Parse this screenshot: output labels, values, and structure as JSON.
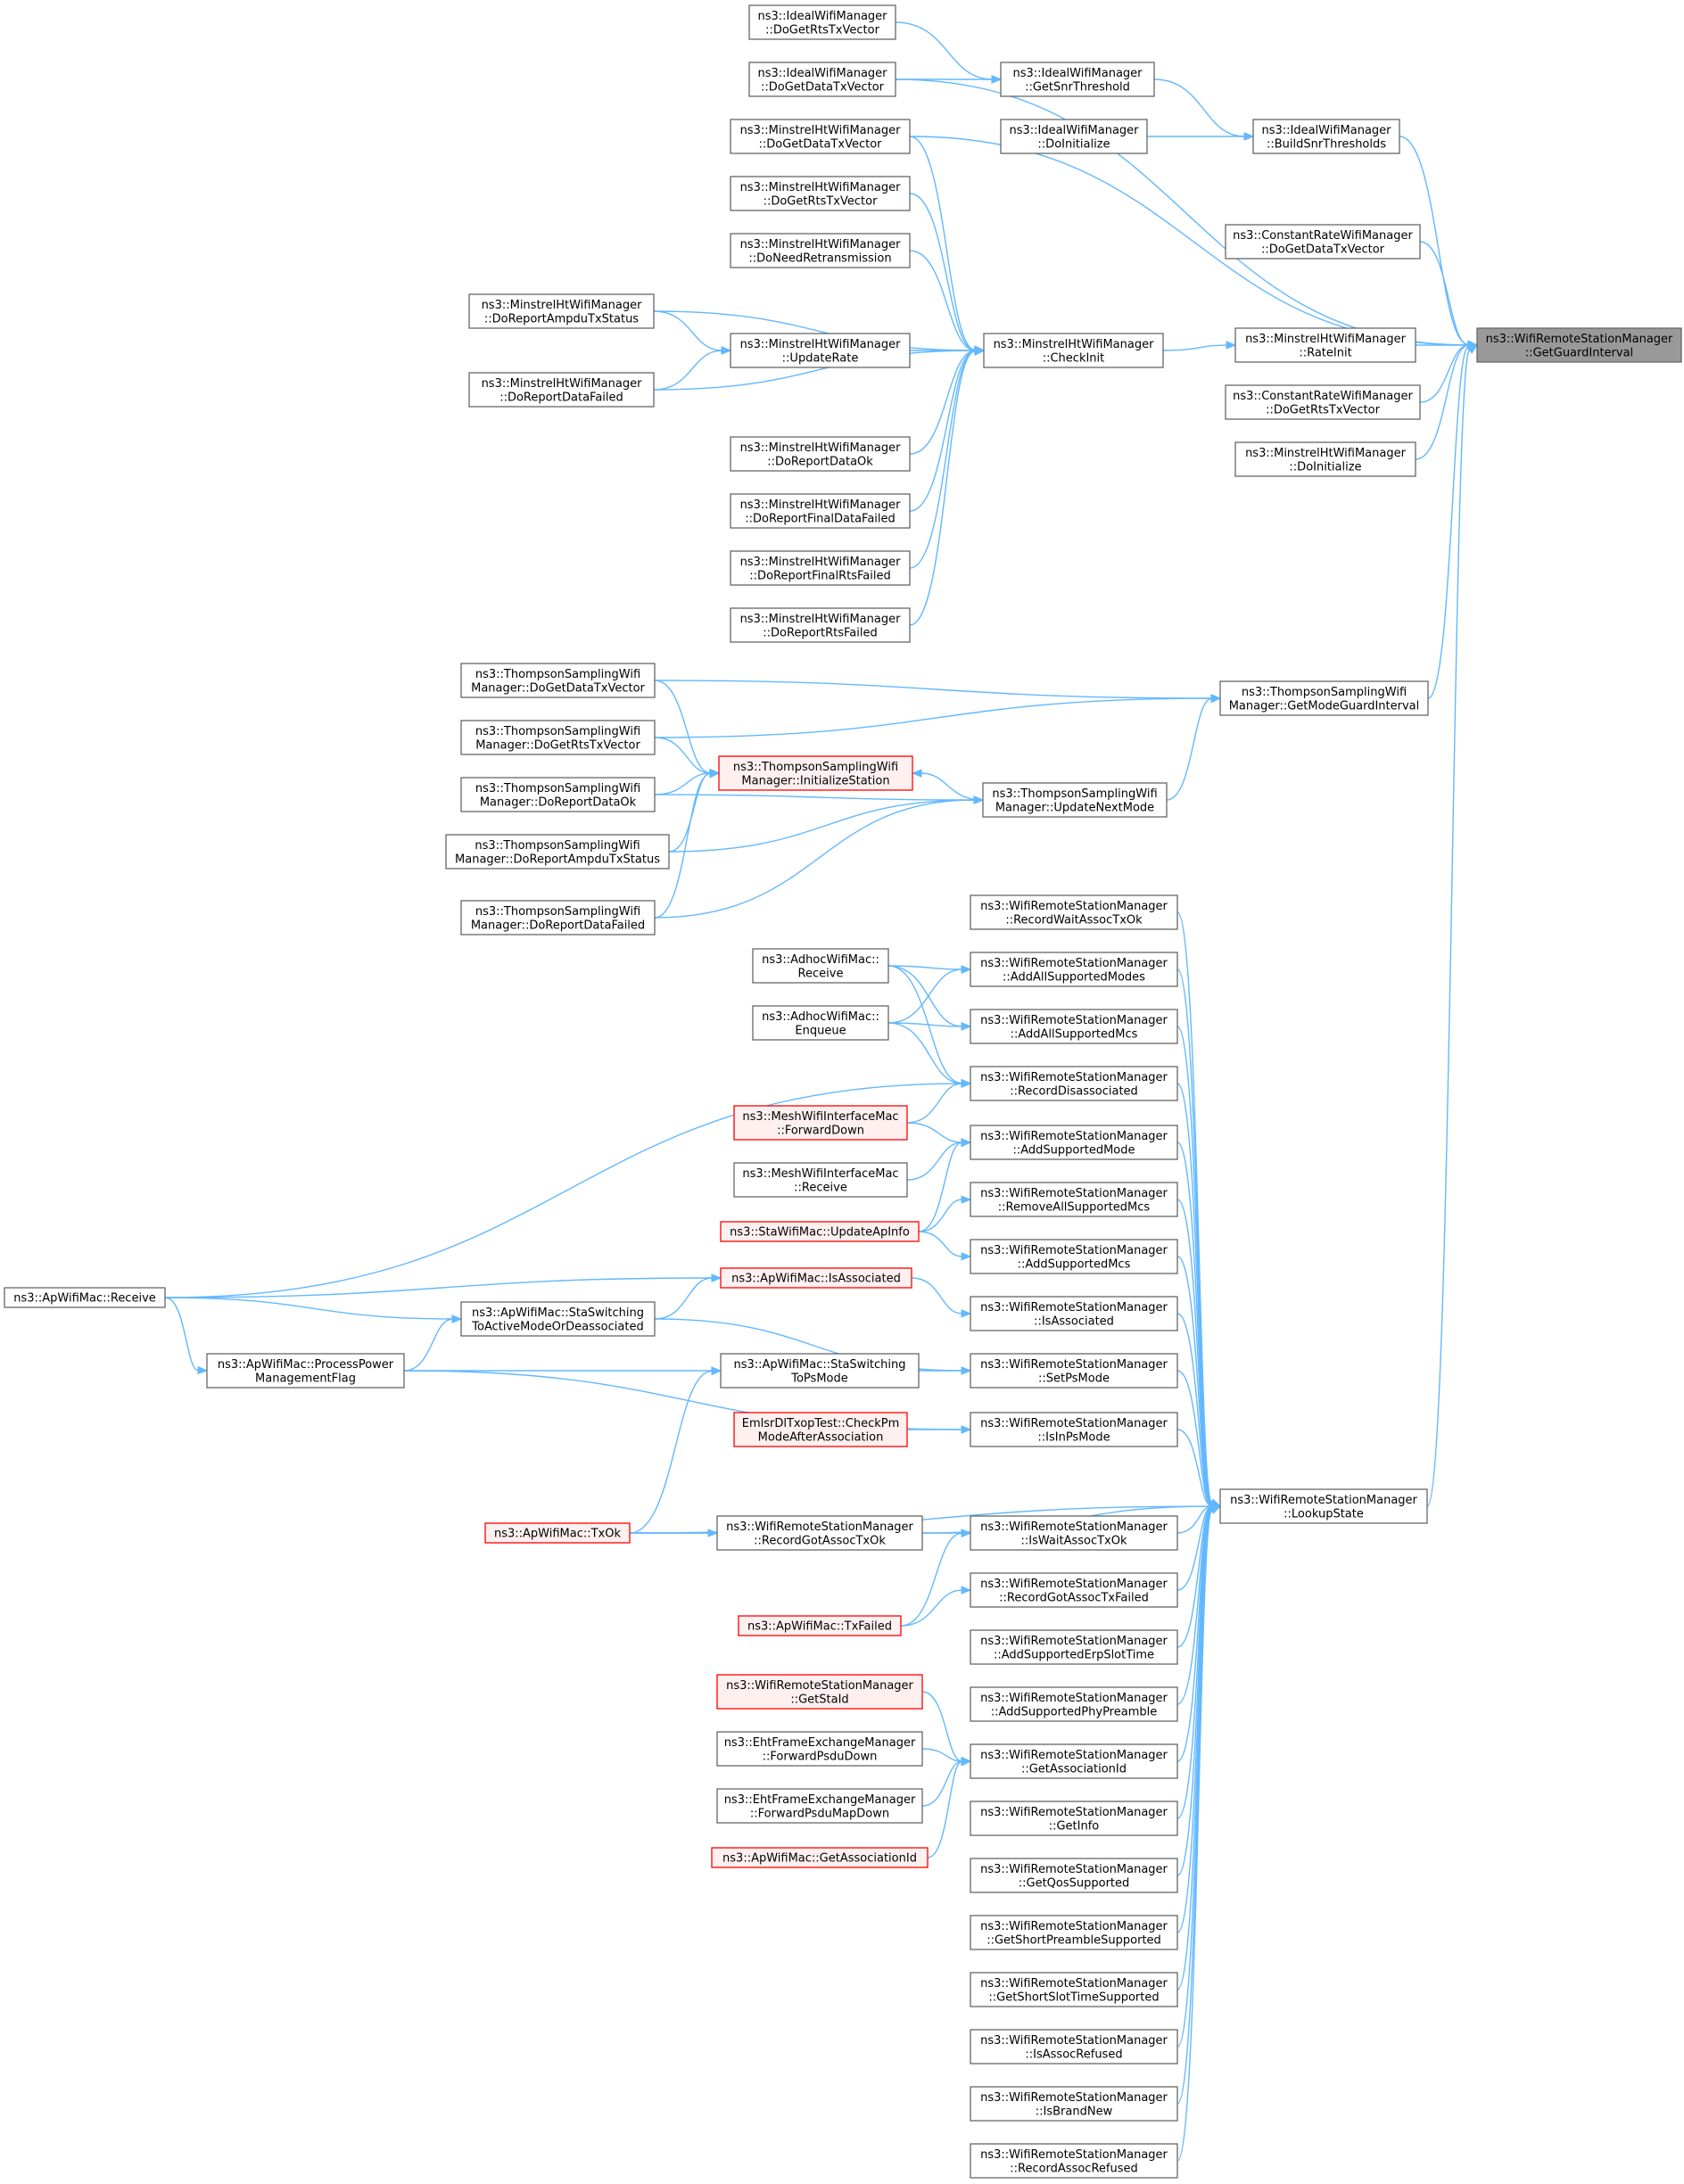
{
  "colors": {
    "edge": "#63b8ff",
    "node_border": "#666666",
    "node_fill": "#ffffff",
    "focus_fill": "#999999",
    "focus_border": "#666666",
    "truncated_border": "#ff0000",
    "truncated_fill": "#fff0f0"
  },
  "nodes": [
    {
      "id": "grd",
      "lines": [
        "ns3::WifiRemoteStationManager",
        "::GetGuardInterval"
      ],
      "style": "focus"
    },
    {
      "id": "iw_rts",
      "lines": [
        "ns3::IdealWifiManager",
        "::DoGetRtsTxVector"
      ],
      "style": "normal"
    },
    {
      "id": "iw_data",
      "lines": [
        "ns3::IdealWifiManager",
        "::DoGetDataTxVector"
      ],
      "style": "normal"
    },
    {
      "id": "iw_snr",
      "lines": [
        "ns3::IdealWifiManager",
        "::GetSnrThreshold"
      ],
      "style": "normal"
    },
    {
      "id": "iw_init",
      "lines": [
        "ns3::IdealWifiManager",
        "::DoInitialize"
      ],
      "style": "normal"
    },
    {
      "id": "iw_build",
      "lines": [
        "ns3::IdealWifiManager",
        "::BuildSnrThresholds"
      ],
      "style": "normal"
    },
    {
      "id": "mh_data",
      "lines": [
        "ns3::MinstrelHtWifiManager",
        "::DoGetDataTxVector"
      ],
      "style": "normal"
    },
    {
      "id": "mh_rts",
      "lines": [
        "ns3::MinstrelHtWifiManager",
        "::DoGetRtsTxVector"
      ],
      "style": "normal"
    },
    {
      "id": "mh_need",
      "lines": [
        "ns3::MinstrelHtWifiManager",
        "::DoNeedRetransmission"
      ],
      "style": "normal"
    },
    {
      "id": "mh_ampdu",
      "lines": [
        "ns3::MinstrelHtWifiManager",
        "::DoReportAmpduTxStatus"
      ],
      "style": "normal"
    },
    {
      "id": "mh_update",
      "lines": [
        "ns3::MinstrelHtWifiManager",
        "::UpdateRate"
      ],
      "style": "normal"
    },
    {
      "id": "mh_failed",
      "lines": [
        "ns3::MinstrelHtWifiManager",
        "::DoReportDataFailed"
      ],
      "style": "normal"
    },
    {
      "id": "mh_check",
      "lines": [
        "ns3::MinstrelHtWifiManager",
        "::CheckInit"
      ],
      "style": "normal"
    },
    {
      "id": "mh_ok",
      "lines": [
        "ns3::MinstrelHtWifiManager",
        "::DoReportDataOk"
      ],
      "style": "normal"
    },
    {
      "id": "mh_finaldata",
      "lines": [
        "ns3::MinstrelHtWifiManager",
        "::DoReportFinalDataFailed"
      ],
      "style": "normal"
    },
    {
      "id": "mh_finalrts",
      "lines": [
        "ns3::MinstrelHtWifiManager",
        "::DoReportFinalRtsFailed"
      ],
      "style": "normal"
    },
    {
      "id": "mh_rtsfail",
      "lines": [
        "ns3::MinstrelHtWifiManager",
        "::DoReportRtsFailed"
      ],
      "style": "normal"
    },
    {
      "id": "cr_data",
      "lines": [
        "ns3::ConstantRateWifiManager",
        "::DoGetDataTxVector"
      ],
      "style": "normal"
    },
    {
      "id": "mh_rateinit",
      "lines": [
        "ns3::MinstrelHtWifiManager",
        "::RateInit"
      ],
      "style": "normal"
    },
    {
      "id": "cr_rts",
      "lines": [
        "ns3::ConstantRateWifiManager",
        "::DoGetRtsTxVector"
      ],
      "style": "normal"
    },
    {
      "id": "mh_doinit",
      "lines": [
        "ns3::MinstrelHtWifiManager",
        "::DoInitialize"
      ],
      "style": "normal"
    },
    {
      "id": "ts_data",
      "lines": [
        "ns3::ThompsonSamplingWifi",
        "Manager::DoGetDataTxVector"
      ],
      "style": "normal"
    },
    {
      "id": "ts_rts",
      "lines": [
        "ns3::ThompsonSamplingWifi",
        "Manager::DoGetRtsTxVector"
      ],
      "style": "normal"
    },
    {
      "id": "ts_ok",
      "lines": [
        "ns3::ThompsonSamplingWifi",
        "Manager::DoReportDataOk"
      ],
      "style": "normal"
    },
    {
      "id": "ts_ampdu",
      "lines": [
        "ns3::ThompsonSamplingWifi",
        "Manager::DoReportAmpduTxStatus"
      ],
      "style": "normal"
    },
    {
      "id": "ts_failed",
      "lines": [
        "ns3::ThompsonSamplingWifi",
        "Manager::DoReportDataFailed"
      ],
      "style": "normal"
    },
    {
      "id": "ts_initst",
      "lines": [
        "ns3::ThompsonSamplingWifi",
        "Manager::InitializeStation"
      ],
      "style": "truncated"
    },
    {
      "id": "ts_next",
      "lines": [
        "ns3::ThompsonSamplingWifi",
        "Manager::UpdateNextMode"
      ],
      "style": "normal"
    },
    {
      "id": "ts_guard",
      "lines": [
        "ns3::ThompsonSamplingWifi",
        "Manager::GetModeGuardInterval"
      ],
      "style": "normal"
    },
    {
      "id": "rs_waitassoc",
      "lines": [
        "ns3::WifiRemoteStationManager",
        "::RecordWaitAssocTxOk"
      ],
      "style": "normal"
    },
    {
      "id": "ad_recv",
      "lines": [
        "ns3::AdhocWifiMac::",
        "Receive"
      ],
      "style": "normal"
    },
    {
      "id": "ad_enq",
      "lines": [
        "ns3::AdhocWifiMac::",
        "Enqueue"
      ],
      "style": "normal"
    },
    {
      "id": "rs_allmodes",
      "lines": [
        "ns3::WifiRemoteStationManager",
        "::AddAllSupportedModes"
      ],
      "style": "normal"
    },
    {
      "id": "rs_allmcs",
      "lines": [
        "ns3::WifiRemoteStationManager",
        "::AddAllSupportedMcs"
      ],
      "style": "normal"
    },
    {
      "id": "rs_disassoc",
      "lines": [
        "ns3::WifiRemoteStationManager",
        "::RecordDisassociated"
      ],
      "style": "normal"
    },
    {
      "id": "mesh_fwd",
      "lines": [
        "ns3::MeshWifiInterfaceMac",
        "::ForwardDown"
      ],
      "style": "truncated"
    },
    {
      "id": "mesh_recv",
      "lines": [
        "ns3::MeshWifiInterfaceMac",
        "::Receive"
      ],
      "style": "normal"
    },
    {
      "id": "sta_update",
      "lines": [
        "ns3::StaWifiMac::UpdateApInfo"
      ],
      "style": "truncated"
    },
    {
      "id": "rs_addmode",
      "lines": [
        "ns3::WifiRemoteStationManager",
        "::AddSupportedMode"
      ],
      "style": "normal"
    },
    {
      "id": "rs_remmcs",
      "lines": [
        "ns3::WifiRemoteStationManager",
        "::RemoveAllSupportedMcs"
      ],
      "style": "normal"
    },
    {
      "id": "rs_addmcs",
      "lines": [
        "ns3::WifiRemoteStationManager",
        "::AddSupportedMcs"
      ],
      "style": "normal"
    },
    {
      "id": "ap_recv",
      "lines": [
        "ns3::ApWifiMac::Receive"
      ],
      "style": "normal"
    },
    {
      "id": "ap_isassoc",
      "lines": [
        "ns3::ApWifiMac::IsAssociated"
      ],
      "style": "truncated"
    },
    {
      "id": "ap_staswitch",
      "lines": [
        "ns3::ApWifiMac::StaSwitching",
        "ToActiveModeOrDeassociated"
      ],
      "style": "normal"
    },
    {
      "id": "rs_isassoc",
      "lines": [
        "ns3::WifiRemoteStationManager",
        "::IsAssociated"
      ],
      "style": "normal"
    },
    {
      "id": "ap_pspower",
      "lines": [
        "ns3::ApWifiMac::ProcessPower",
        "ManagementFlag"
      ],
      "style": "normal"
    },
    {
      "id": "ap_tops",
      "lines": [
        "ns3::ApWifiMac::StaSwitching",
        "ToPsMode"
      ],
      "style": "normal"
    },
    {
      "id": "rs_setps",
      "lines": [
        "ns3::WifiRemoteStationManager",
        "::SetPsMode"
      ],
      "style": "normal"
    },
    {
      "id": "emlsr",
      "lines": [
        "EmlsrDlTxopTest::CheckPm",
        "ModeAfterAssociation"
      ],
      "style": "truncated"
    },
    {
      "id": "rs_isinps",
      "lines": [
        "ns3::WifiRemoteStationManager",
        "::IsInPsMode"
      ],
      "style": "normal"
    },
    {
      "id": "rs_lookup",
      "lines": [
        "ns3::WifiRemoteStationManager",
        "::LookupState"
      ],
      "style": "normal"
    },
    {
      "id": "ap_txok",
      "lines": [
        "ns3::ApWifiMac::TxOk"
      ],
      "style": "truncated"
    },
    {
      "id": "rs_gotassoc",
      "lines": [
        "ns3::WifiRemoteStationManager",
        "::RecordGotAssocTxOk"
      ],
      "style": "normal"
    },
    {
      "id": "rs_iswait",
      "lines": [
        "ns3::WifiRemoteStationManager",
        "::IsWaitAssocTxOk"
      ],
      "style": "normal"
    },
    {
      "id": "rs_gotfail",
      "lines": [
        "ns3::WifiRemoteStationManager",
        "::RecordGotAssocTxFailed"
      ],
      "style": "normal"
    },
    {
      "id": "ap_txfail",
      "lines": [
        "ns3::ApWifiMac::TxFailed"
      ],
      "style": "truncated"
    },
    {
      "id": "rs_erp",
      "lines": [
        "ns3::WifiRemoteStationManager",
        "::AddSupportedErpSlotTime"
      ],
      "style": "normal"
    },
    {
      "id": "rs_preamble",
      "lines": [
        "ns3::WifiRemoteStationManager",
        "::AddSupportedPhyPreamble"
      ],
      "style": "normal"
    },
    {
      "id": "rs_getstaid",
      "lines": [
        "ns3::WifiRemoteStationManager",
        "::GetStaId"
      ],
      "style": "truncated"
    },
    {
      "id": "eht_fwd",
      "lines": [
        "ns3::EhtFrameExchangeManager",
        "::ForwardPsduDown"
      ],
      "style": "normal"
    },
    {
      "id": "rs_associd",
      "lines": [
        "ns3::WifiRemoteStationManager",
        "::GetAssociationId"
      ],
      "style": "normal"
    },
    {
      "id": "eht_fwdmap",
      "lines": [
        "ns3::EhtFrameExchangeManager",
        "::ForwardPsduMapDown"
      ],
      "style": "normal"
    },
    {
      "id": "ap_associd",
      "lines": [
        "ns3::ApWifiMac::GetAssociationId"
      ],
      "style": "truncated"
    },
    {
      "id": "rs_info",
      "lines": [
        "ns3::WifiRemoteStationManager",
        "::GetInfo"
      ],
      "style": "normal"
    },
    {
      "id": "rs_qos",
      "lines": [
        "ns3::WifiRemoteStationManager",
        "::GetQosSupported"
      ],
      "style": "normal"
    },
    {
      "id": "rs_shortpre",
      "lines": [
        "ns3::WifiRemoteStationManager",
        "::GetShortPreambleSupported"
      ],
      "style": "normal"
    },
    {
      "id": "rs_shortslot",
      "lines": [
        "ns3::WifiRemoteStationManager",
        "::GetShortSlotTimeSupported"
      ],
      "style": "normal"
    },
    {
      "id": "rs_refused",
      "lines": [
        "ns3::WifiRemoteStationManager",
        "::IsAssocRefused"
      ],
      "style": "normal"
    },
    {
      "id": "rs_brandnew",
      "lines": [
        "ns3::WifiRemoteStationManager",
        "::IsBrandNew"
      ],
      "style": "normal"
    },
    {
      "id": "rs_recrefused",
      "lines": [
        "ns3::WifiRemoteStationManager",
        "::RecordAssocRefused"
      ],
      "style": "normal"
    }
  ],
  "edges": [
    {
      "from": "iw_rts",
      "to": "iw_snr"
    },
    {
      "from": "iw_data",
      "to": "iw_snr"
    },
    {
      "from": "iw_snr",
      "to": "iw_build"
    },
    {
      "from": "iw_init",
      "to": "iw_build"
    },
    {
      "from": "iw_build",
      "to": "grd"
    },
    {
      "from": "iw_data",
      "to": "grd"
    },
    {
      "from": "mh_data",
      "to": "grd"
    },
    {
      "from": "cr_data",
      "to": "grd"
    },
    {
      "from": "mh_rateinit",
      "to": "grd"
    },
    {
      "from": "cr_rts",
      "to": "grd"
    },
    {
      "from": "mh_doinit",
      "to": "grd"
    },
    {
      "from": "ts_guard",
      "to": "grd"
    },
    {
      "from": "rs_lookup",
      "to": "grd"
    },
    {
      "from": "mh_check",
      "to": "mh_rateinit"
    },
    {
      "from": "mh_data",
      "to": "mh_check"
    },
    {
      "from": "mh_rts",
      "to": "mh_check"
    },
    {
      "from": "mh_need",
      "to": "mh_check"
    },
    {
      "from": "mh_ampdu",
      "to": "mh_check"
    },
    {
      "from": "mh_update",
      "to": "mh_check"
    },
    {
      "from": "mh_failed",
      "to": "mh_check"
    },
    {
      "from": "mh_ok",
      "to": "mh_check"
    },
    {
      "from": "mh_finaldata",
      "to": "mh_check"
    },
    {
      "from": "mh_finalrts",
      "to": "mh_check"
    },
    {
      "from": "mh_rtsfail",
      "to": "mh_check"
    },
    {
      "from": "mh_ampdu",
      "to": "mh_update"
    },
    {
      "from": "mh_failed",
      "to": "mh_update"
    },
    {
      "from": "ts_data",
      "to": "ts_guard"
    },
    {
      "from": "ts_rts",
      "to": "ts_guard"
    },
    {
      "from": "ts_next",
      "to": "ts_guard"
    },
    {
      "from": "ts_data",
      "to": "ts_initst"
    },
    {
      "from": "ts_rts",
      "to": "ts_initst"
    },
    {
      "from": "ts_ok",
      "to": "ts_initst"
    },
    {
      "from": "ts_ampdu",
      "to": "ts_initst"
    },
    {
      "from": "ts_failed",
      "to": "ts_initst"
    },
    {
      "from": "ts_next",
      "to": "ts_initst"
    },
    {
      "from": "ts_ok",
      "to": "ts_next"
    },
    {
      "from": "ts_ampdu",
      "to": "ts_next"
    },
    {
      "from": "ts_failed",
      "to": "ts_next"
    },
    {
      "from": "rs_waitassoc",
      "to": "rs_lookup"
    },
    {
      "from": "rs_allmodes",
      "to": "rs_lookup"
    },
    {
      "from": "rs_allmcs",
      "to": "rs_lookup"
    },
    {
      "from": "rs_disassoc",
      "to": "rs_lookup"
    },
    {
      "from": "rs_addmode",
      "to": "rs_lookup"
    },
    {
      "from": "rs_remmcs",
      "to": "rs_lookup"
    },
    {
      "from": "rs_addmcs",
      "to": "rs_lookup"
    },
    {
      "from": "rs_isassoc",
      "to": "rs_lookup"
    },
    {
      "from": "rs_setps",
      "to": "rs_lookup"
    },
    {
      "from": "rs_isinps",
      "to": "rs_lookup"
    },
    {
      "from": "rs_gotassoc",
      "to": "rs_lookup"
    },
    {
      "from": "rs_iswait",
      "to": "rs_lookup"
    },
    {
      "from": "rs_gotfail",
      "to": "rs_lookup"
    },
    {
      "from": "rs_erp",
      "to": "rs_lookup"
    },
    {
      "from": "rs_preamble",
      "to": "rs_lookup"
    },
    {
      "from": "rs_associd",
      "to": "rs_lookup"
    },
    {
      "from": "rs_info",
      "to": "rs_lookup"
    },
    {
      "from": "rs_qos",
      "to": "rs_lookup"
    },
    {
      "from": "rs_shortpre",
      "to": "rs_lookup"
    },
    {
      "from": "rs_shortslot",
      "to": "rs_lookup"
    },
    {
      "from": "rs_refused",
      "to": "rs_lookup"
    },
    {
      "from": "rs_brandnew",
      "to": "rs_lookup"
    },
    {
      "from": "rs_recrefused",
      "to": "rs_lookup"
    },
    {
      "from": "ap_txok",
      "to": "rs_lookup"
    },
    {
      "from": "ad_recv",
      "to": "rs_allmodes"
    },
    {
      "from": "ad_enq",
      "to": "rs_allmodes"
    },
    {
      "from": "ad_recv",
      "to": "rs_allmcs"
    },
    {
      "from": "ad_enq",
      "to": "rs_allmcs"
    },
    {
      "from": "ad_recv",
      "to": "rs_disassoc"
    },
    {
      "from": "ad_enq",
      "to": "rs_disassoc"
    },
    {
      "from": "mesh_fwd",
      "to": "rs_disassoc"
    },
    {
      "from": "ap_recv",
      "to": "rs_disassoc"
    },
    {
      "from": "mesh_fwd",
      "to": "rs_addmode"
    },
    {
      "from": "mesh_recv",
      "to": "rs_addmode"
    },
    {
      "from": "sta_update",
      "to": "rs_addmode"
    },
    {
      "from": "sta_update",
      "to": "rs_remmcs"
    },
    {
      "from": "sta_update",
      "to": "rs_addmcs"
    },
    {
      "from": "ap_recv",
      "to": "ap_isassoc"
    },
    {
      "from": "ap_staswitch",
      "to": "ap_isassoc"
    },
    {
      "from": "ap_isassoc",
      "to": "rs_isassoc"
    },
    {
      "from": "ap_recv",
      "to": "ap_staswitch"
    },
    {
      "from": "ap_pspower",
      "to": "ap_staswitch"
    },
    {
      "from": "ap_recv",
      "to": "ap_pspower"
    },
    {
      "from": "ap_staswitch",
      "to": "rs_setps"
    },
    {
      "from": "ap_tops",
      "to": "rs_setps"
    },
    {
      "from": "ap_pspower",
      "to": "ap_tops"
    },
    {
      "from": "ap_txok",
      "to": "ap_tops"
    },
    {
      "from": "emlsr",
      "to": "rs_isinps"
    },
    {
      "from": "ap_pspower",
      "to": "rs_isinps"
    },
    {
      "from": "ap_txok",
      "to": "rs_gotassoc"
    },
    {
      "from": "ap_txok",
      "to": "rs_iswait"
    },
    {
      "from": "ap_txfail",
      "to": "rs_iswait"
    },
    {
      "from": "ap_txfail",
      "to": "rs_gotfail"
    },
    {
      "from": "rs_getstaid",
      "to": "rs_associd"
    },
    {
      "from": "eht_fwd",
      "to": "rs_associd"
    },
    {
      "from": "eht_fwdmap",
      "to": "rs_associd"
    },
    {
      "from": "ap_associd",
      "to": "rs_associd"
    }
  ]
}
